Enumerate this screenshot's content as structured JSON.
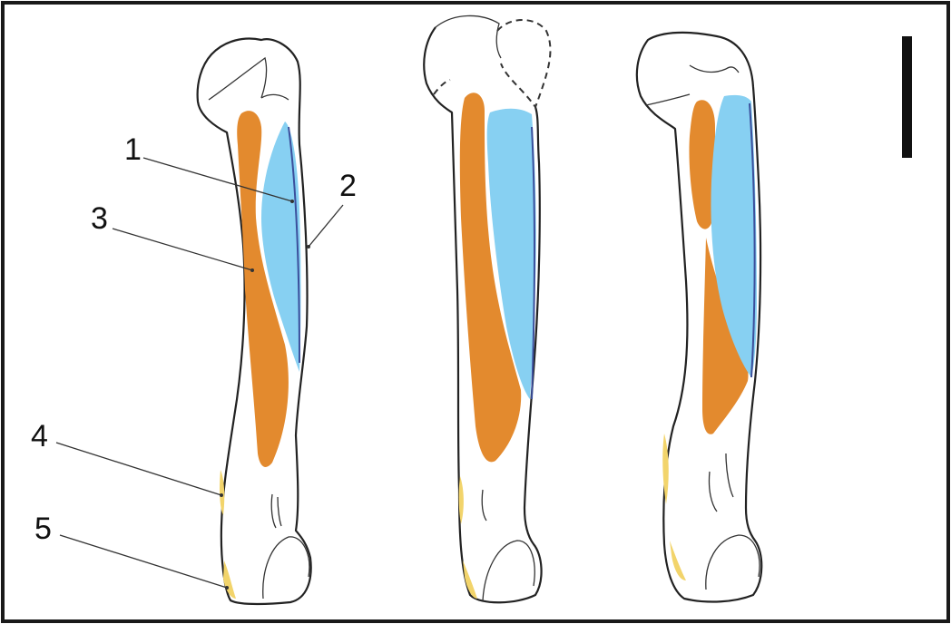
{
  "labels": {
    "one": "1",
    "two": "2",
    "three": "3",
    "four": "4",
    "five": "5"
  },
  "colors": {
    "frame": "#1a1a1a",
    "orange_region": "#e38a2e",
    "blue_region": "#87d0f2",
    "blue_edge": "#3b4f9c",
    "yellow_region": "#f2d46b",
    "bone_outline": "#222222"
  },
  "scale_bar": {
    "present": true
  }
}
